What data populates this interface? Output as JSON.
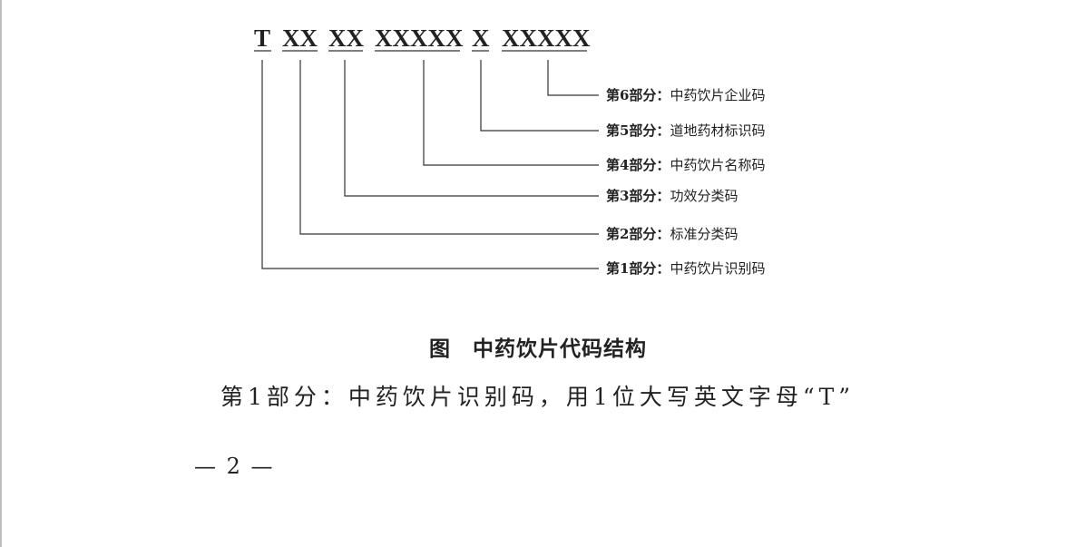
{
  "figure": {
    "code_segments": [
      "T",
      "XX",
      "XX",
      "XXXXX",
      "X",
      "XXXXX"
    ],
    "parts": [
      {
        "prefix": "第6部分：",
        "name": "中药饮片企业码"
      },
      {
        "prefix": "第5部分：",
        "name": "道地药材标识码"
      },
      {
        "prefix": "第4部分：",
        "name": "中药饮片名称码"
      },
      {
        "prefix": "第3部分：",
        "name": "功效分类码"
      },
      {
        "prefix": "第2部分：",
        "name": "标准分类码"
      },
      {
        "prefix": "第1部分：",
        "name": "中药饮片识别码"
      }
    ],
    "caption": "图　中药饮片代码结构"
  },
  "body": {
    "paragraph": "第1部分：中药饮片识别码，用1位大写英文字母“T”"
  },
  "footer": {
    "page_number": "— 2 —"
  }
}
